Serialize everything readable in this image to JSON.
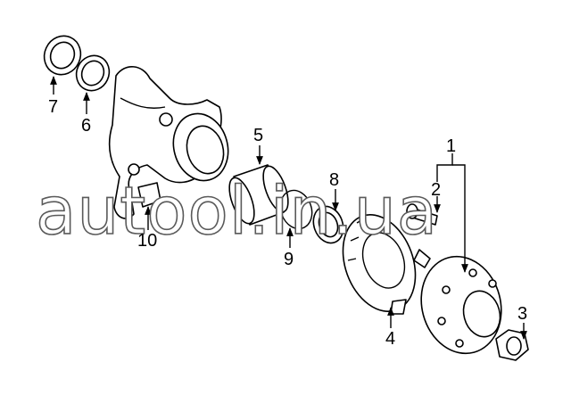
{
  "diagram": {
    "callouts": [
      {
        "id": "p1",
        "label": "1"
      },
      {
        "id": "p2",
        "label": "2"
      },
      {
        "id": "p3",
        "label": "3"
      },
      {
        "id": "p4",
        "label": "4"
      },
      {
        "id": "p5",
        "label": "5"
      },
      {
        "id": "p6",
        "label": "6"
      },
      {
        "id": "p7",
        "label": "7"
      },
      {
        "id": "p8",
        "label": "8"
      },
      {
        "id": "p9",
        "label": "9"
      },
      {
        "id": "p10",
        "label": "10"
      }
    ],
    "watermark": "autool.in.ua",
    "colors": {
      "line": "#000000",
      "background": "#ffffff",
      "watermark_outline": "#5a5a5a"
    }
  }
}
